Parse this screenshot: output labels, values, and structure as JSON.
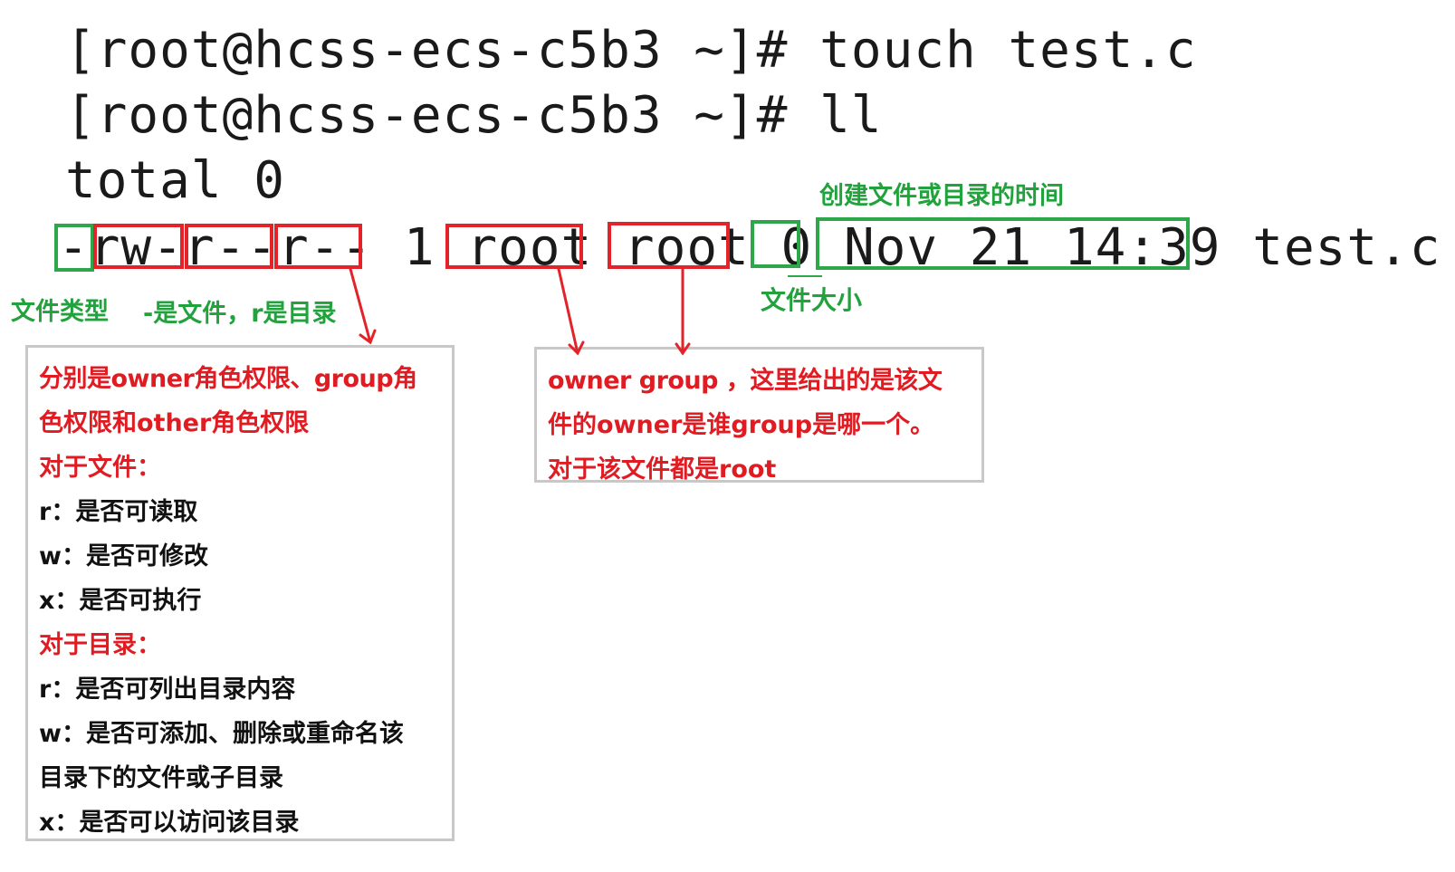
{
  "terminal": {
    "line1": "[root@hcss-ecs-c5b3 ~]# touch test.c",
    "line2": "[root@hcss-ecs-c5b3 ~]# ll",
    "line3": "total 0",
    "ls_entry": {
      "type": "-",
      "perm_owner": "rw-",
      "perm_group": "r--",
      "perm_other": "r--",
      "links": "1",
      "owner": "root",
      "group": "root",
      "size": "0",
      "time": "Nov 21 14:39",
      "name": "test.c"
    }
  },
  "annotations": {
    "time_label": "创建文件或目录的时间",
    "type_label": "文件类型",
    "type_note": "-是文件，r是目录",
    "size_label": "文件大小"
  },
  "perm_note": {
    "lines": [
      "分别是owner角色权限、group角",
      "色权限和other角色权限",
      "对于文件：",
      "r：是否可读取",
      "w：是否可修改",
      "x：是否可执行",
      "对于目录：",
      "r：是否可列出目录内容",
      "w：是否可添加、删除或重命名该",
      "目录下的文件或子目录",
      "x：是否可以访问该目录"
    ]
  },
  "owner_note": {
    "lines": [
      "owner group ，这里给出的是该文",
      "件的owner是谁group是哪一个。",
      "对于该文件都是root"
    ]
  },
  "colors": {
    "red": "#e01b22",
    "green": "#22a23c",
    "note_border": "#c8c8c8"
  }
}
